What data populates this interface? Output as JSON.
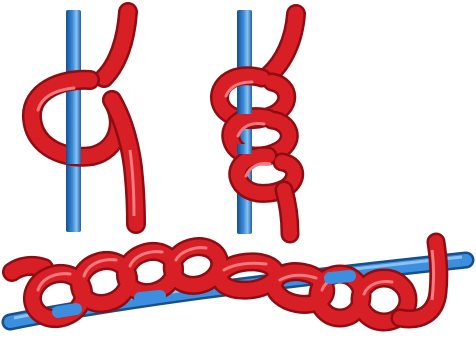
{
  "illustration": {
    "panels": [
      {
        "id": "single-loop",
        "description_visible_text": ""
      },
      {
        "id": "chain-loops-vertical",
        "description_visible_text": ""
      },
      {
        "id": "chain-horizontal",
        "description_visible_text": ""
      }
    ],
    "colors": {
      "cord_red": "#d81f26",
      "cord_red_dark": "#8e0c12",
      "cord_red_highlight": "#f47a7f",
      "core_blue": "#2f7fd0",
      "core_blue_dark": "#164f8c",
      "core_blue_highlight": "#8cc2f0",
      "background": "#ffffff"
    },
    "icons": [
      "red-cord",
      "blue-core-strand",
      "knot-loop"
    ]
  }
}
